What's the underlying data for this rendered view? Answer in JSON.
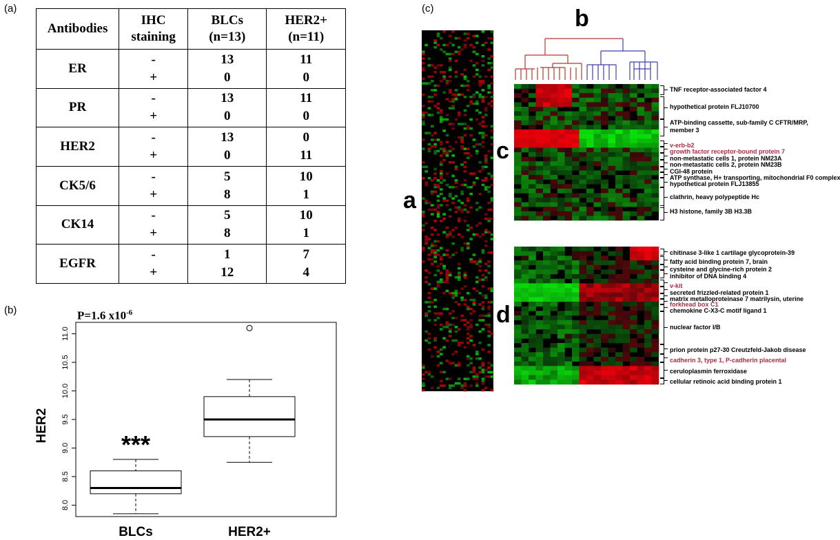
{
  "panel_a": {
    "label": "(a)",
    "headers": [
      "Antibodies",
      "IHC staining",
      "BLCs (n=13)",
      "HER2+ (n=11)"
    ],
    "header_lines": [
      [
        "Antibodies"
      ],
      [
        "IHC",
        "staining"
      ],
      [
        "BLCs",
        "(n=13)"
      ],
      [
        "HER2+",
        "(n=11)"
      ]
    ],
    "rows": [
      {
        "antibody": "ER",
        "staining": [
          "-",
          "+"
        ],
        "blc": [
          "13",
          "0"
        ],
        "her2": [
          "11",
          "0"
        ]
      },
      {
        "antibody": "PR",
        "staining": [
          "-",
          "+"
        ],
        "blc": [
          "13",
          "0"
        ],
        "her2": [
          "11",
          "0"
        ]
      },
      {
        "antibody": "HER2",
        "staining": [
          "-",
          "+"
        ],
        "blc": [
          "13",
          "0"
        ],
        "her2": [
          "0",
          "11"
        ]
      },
      {
        "antibody": "CK5/6",
        "staining": [
          "-",
          "+"
        ],
        "blc": [
          "5",
          "8"
        ],
        "her2": [
          "10",
          "1"
        ]
      },
      {
        "antibody": "CK14",
        "staining": [
          "-",
          "+"
        ],
        "blc": [
          "5",
          "8"
        ],
        "her2": [
          "10",
          "1"
        ]
      },
      {
        "antibody": "EGFR",
        "staining": [
          "-",
          "+"
        ],
        "blc": [
          "1",
          "12"
        ],
        "her2": [
          "7",
          "4"
        ]
      }
    ]
  },
  "panel_b": {
    "label": "(b)",
    "pvalue_text": "P=1.6  x10",
    "pvalue_exp": "-6",
    "significance": "***",
    "chart_data": {
      "type": "boxplot",
      "ylabel": "HER2",
      "categories": [
        "BLCs",
        "HER2+"
      ],
      "ylim": [
        7.8,
        11.2
      ],
      "yticks": [
        "8.0",
        "8.5",
        "9.0",
        "9.5",
        "10.0",
        "10.5",
        "11.0"
      ],
      "boxes": [
        {
          "name": "BLCs",
          "whisker_low": 7.85,
          "q1": 8.2,
          "median": 8.3,
          "q3": 8.6,
          "whisker_high": 8.8,
          "outliers": []
        },
        {
          "name": "HER2+",
          "whisker_low": 8.75,
          "q1": 9.2,
          "median": 9.5,
          "q3": 9.9,
          "whisker_high": 10.2,
          "outliers": [
            11.1
          ]
        }
      ]
    }
  },
  "panel_c": {
    "label": "(c)",
    "letter_a": "a",
    "letter_b": "b",
    "letter_c": "c",
    "letter_d": "d",
    "genes_upper": [
      {
        "name": "TNF receptor-associated factor 4",
        "red": false
      },
      {
        "name": "hypothetical protein FLJ10700",
        "red": false
      },
      {
        "name": "ATP-binding cassette, sub-family C CFTR/MRP,",
        "red": false
      },
      {
        "name": "member 3",
        "red": false
      },
      {
        "name": "v-erb-b2",
        "red": true
      },
      {
        "name": "growth factor receptor-bound protein 7",
        "red": true
      },
      {
        "name": "non-metastatic cells 1, protein NM23A",
        "red": false
      },
      {
        "name": "non-metastatic cells 2, protein NM23B",
        "red": false
      },
      {
        "name": "CGI-48 protein",
        "red": false
      },
      {
        "name": "ATP synthase, H+ transporting, mitochondrial F0 complex",
        "red": false
      },
      {
        "name": "hypothetical protein FLJ13855",
        "red": false
      },
      {
        "name": "clathrin, heavy polypeptide Hc",
        "red": false
      },
      {
        "name": "H3 histone, family 3B H3.3B",
        "red": false
      }
    ],
    "genes_lower": [
      {
        "name": "chitinase 3-like 1 cartilage glycoprotein-39",
        "red": false
      },
      {
        "name": "fatty acid binding protein 7, brain",
        "red": false
      },
      {
        "name": "cysteine and glycine-rich protein 2",
        "red": false
      },
      {
        "name": "inhibitor of DNA binding 4",
        "red": false
      },
      {
        "name": "v-kit",
        "red": true
      },
      {
        "name": "secreted frizzled-related protein 1",
        "red": false
      },
      {
        "name": "matrix metalloproteinase 7 matrilysin, uterine",
        "red": false
      },
      {
        "name": "forkhead box C1",
        "red": true
      },
      {
        "name": "chemokine C-X3-C motif ligand 1",
        "red": false
      },
      {
        "name": "nuclear factor I/B",
        "red": false
      },
      {
        "name": "prion protein p27-30 Creutzfeld-Jakob disease",
        "red": false
      },
      {
        "name": "cadherin 3, type 1, P-cadherin placental",
        "red": true
      },
      {
        "name": "ceruloplasmin ferroxidase",
        "red": false
      },
      {
        "name": "cellular retinoic acid binding protein 1",
        "red": false
      }
    ],
    "colors": {
      "up": "#e0141e",
      "down": "#18d21e",
      "neutral": "#000000",
      "red_label": "#b22b45",
      "tree_red": "#b8342a",
      "tree_blue": "#3b3fb0"
    }
  }
}
